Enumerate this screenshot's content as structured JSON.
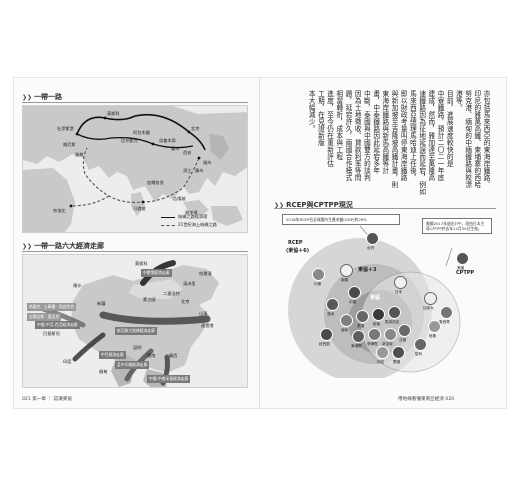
{
  "left_page": {
    "section1_title": "一帶一路",
    "map1": {
      "labels": {
        "moscow": "莫斯科",
        "duisburg": "杜伊斯堡",
        "venice": "威尼斯",
        "athens": "雅典",
        "almaty": "阿拉木圖",
        "bishkek": "比什凱克",
        "urumqi": "烏魯木齊",
        "xian": "西安",
        "beijing": "北京",
        "lanzhou": "蘭州",
        "kolkata": "加爾各答",
        "colombo": "可倫坡",
        "nairobi": "奈洛比",
        "kuala": "吉隆坡",
        "jakarta": "雅加達",
        "fuzhou": "福州",
        "zhanjiang": "湛江",
        "guangzhou": "廣州"
      },
      "legend_land": "絲綢之路經濟帶",
      "legend_sea": "21世紀海上絲綢之路"
    },
    "section2_title": "一帶一路六大經濟走廊",
    "map2": {
      "labels": {
        "moscow": "莫斯科",
        "harbin": "哈爾濱",
        "manzhouli": "滿洲里",
        "xinjiang": "新疆",
        "kashgar": "喀什",
        "mongolia": "蒙古國",
        "beijing": "北京",
        "erlianhot": "二連浩特",
        "shandong": "山東",
        "lianyungang": "連雲港",
        "islamabad": "巴基斯坦",
        "india": "印度",
        "myanmar": "緬甸",
        "yunnan": "雲南",
        "guangxi": "廣西",
        "kunming": "昆明"
      },
      "tags": {
        "cmr": "中蒙俄經濟走廊",
        "eurasian": "新亞歐大陸橋經濟走廊",
        "ccwa": "中國-中亞-西亞經濟走廊",
        "cpec": "中巴經濟走廊",
        "bcim": "孟中印緬經濟走廊",
        "cicpec": "中國-中南半島經濟走廊",
        "kazak": "哈薩克 · 土庫曼 · 烏茲別克",
        "kyrgyz": "吉爾吉斯 · 塔吉克"
      }
    },
    "footer": "021  第一章 ｜ 認識東協"
  },
  "right_page": {
    "vertical_text": [
      "亦包括馬來西亞的東海岸鐵路、",
      "印尼的雅萬高鐵、柬埔寨的西哈",
      "努克港、緬甸的中緬鐵路與皎漂",
      "港等。",
      "目前，進展速度較快的是",
      "中寮鐵路，預計二〇二一年底",
      "建成，然而，雅加達至萬隆高",
      "速鐵路因為征地延誤而延宕，例如",
      "馬來西亞總理馬哈迪上任後，",
      "即以財政考量叫停東海岸鐵路",
      "與新加坡至吉隆坡高鐵計畫，則",
      "東海岸鐵路與新馬高鐵等計",
      "畫，中泰鐵路因此延宕多年",
      "中斷，泰國與中國雙方的談判",
      "因為土地徵收、貸款利率等問",
      "題，延宕許久，兩國合作模式",
      "相當轉折，成本與工程",
      "進度，至今仍在重新評估",
      "工期，在見證新版",
      "本大幅減少。"
    ],
    "rcep_title": "RCEP與CPTPP現況",
    "diagram": {
      "top_note": "2018年RCEP佔全球國內生產毛額(GDP)約29%",
      "rcep_label": "RCEP",
      "rcep_sub": "(東協＋6)",
      "asean3_label": "東協＋3",
      "asean_label": "東協",
      "cptpp_label": "CPTPP",
      "cptpp_note": "美國2017年退出TPP，改由日本主導CPTPP於去年12月30日生效。",
      "countries": {
        "india": "印度",
        "korea": "南韓",
        "china": "中國",
        "japan": "日本",
        "canada": "加拿大",
        "mexico": "墨西哥",
        "peru": "秘魯",
        "chile": "智利",
        "australia": "澳洲",
        "newzealand": "紐西蘭",
        "vietnam": "越南",
        "malaysia": "馬來西亞",
        "singapore": "新加坡",
        "brunei": "汶萊",
        "thailand": "泰國",
        "philippines": "菲律賓",
        "indonesia": "印尼",
        "cambodia": "柬埔寨",
        "laos": "寮國",
        "myanmar": "緬甸",
        "usa": "美國",
        "taiwan": "台灣"
      }
    },
    "footer": "用地緣看懂東南亞經濟  020"
  },
  "colors": {
    "map_land": "#c9c9c9",
    "map_sea": "#ededed",
    "route": "#111111",
    "circle_outer": "#d6d6d6",
    "circle_mid": "#bdbdbd",
    "circle_inner": "#9e9e9e",
    "cptpp_circle": "#e6e6e6"
  }
}
